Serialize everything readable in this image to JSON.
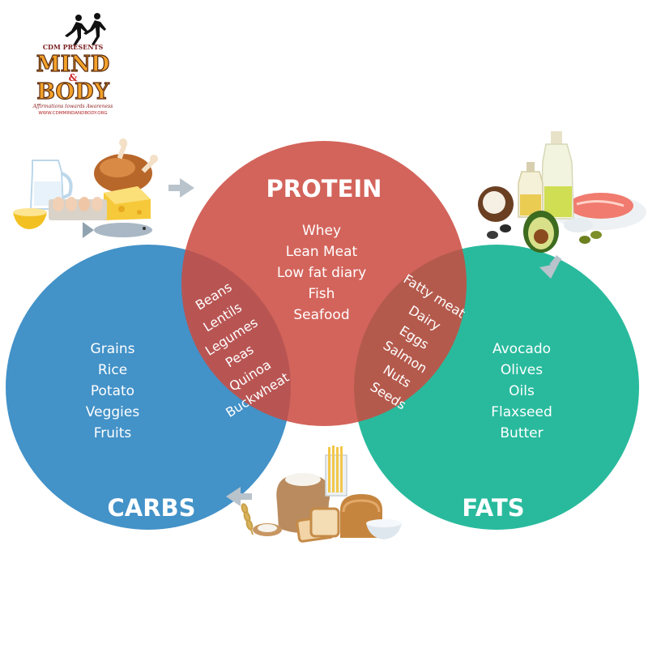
{
  "logo": {
    "top_text": "CDM PRESENTS",
    "line1": "MIND",
    "amp": "&",
    "line2": "BODY",
    "tagline": "Affirmations towards Awareness",
    "url": "WWW.CDMMINDANDBODY.ORG"
  },
  "colors": {
    "protein": "#cc4a40",
    "carbs": "#3d8ec6",
    "fats": "#22b89a",
    "arrow": "#b9c3cb"
  },
  "protein": {
    "label": "PROTEIN",
    "items": [
      "Whey",
      "Lean Meat",
      "Low fat diary",
      "Fish",
      "Seafood"
    ]
  },
  "carbs": {
    "label": "CARBS",
    "items": [
      "Grains",
      "Rice",
      "Potato",
      "Veggies",
      "Fruits"
    ]
  },
  "fats": {
    "label": "FATS",
    "items": [
      "Avocado",
      "Olives",
      "Oils",
      "Flaxseed",
      "Butter"
    ]
  },
  "protein_carbs": {
    "items": [
      "Beans",
      "Lentils",
      "Legumes",
      "Peas",
      "Quinoa",
      "Buckwheat"
    ]
  },
  "protein_fats": {
    "items": [
      "Fatty meat",
      "Dairy",
      "Eggs",
      "Salmon",
      "Nuts",
      "Seeds"
    ]
  },
  "illustrations": {
    "protein_foods": "protein-foods-illustration",
    "fat_foods": "fat-foods-illustration",
    "carb_foods": "carb-foods-illustration"
  }
}
